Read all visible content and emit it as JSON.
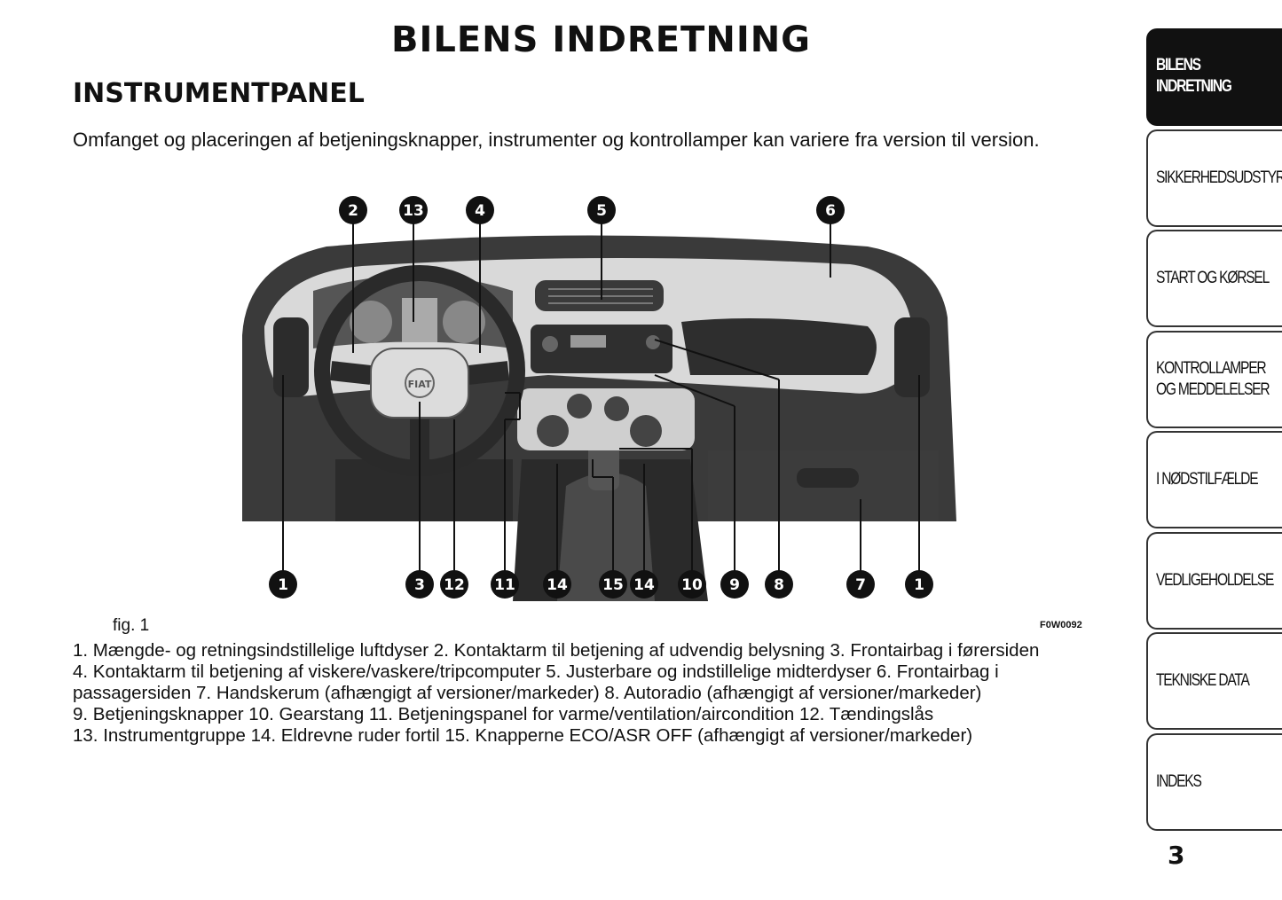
{
  "page_title": "BILENS INDRETNING",
  "section_title": "INSTRUMENTPANEL",
  "intro": "Omfanget og placeringen af betjeningsknapper, instrumenter og kontrollamper kan variere fra version til version.",
  "figure": {
    "label": "fig. 1",
    "code": "F0W0092",
    "brand": "FIAT",
    "callouts_top": [
      "2",
      "13",
      "4",
      "5",
      "6"
    ],
    "callouts_bottom": [
      "1",
      "3",
      "12",
      "11",
      "14",
      "15",
      "14",
      "10",
      "9",
      "8",
      "7",
      "1"
    ]
  },
  "caption_lines": [
    "1. Mængde- og retningsindstillelige luftdyser 2. Kontaktarm til betjening af udvendig belysning 3. Frontairbag i førersiden",
    "4. Kontaktarm til betjening af viskere/vaskere/tripcomputer 5. Justerbare og indstillelige midterdyser 6. Frontairbag i",
    "passagersiden 7. Handskerum (afhængigt af versioner/markeder) 8. Autoradio (afhængigt af versioner/markeder)",
    "9. Betjeningsknapper 10. Gearstang 11. Betjeningspanel for varme/ventilation/aircondition 12. Tændingslås",
    "13. Instrumentgruppe 14. Eldrevne ruder fortil 15. Knapperne ECO/ASR OFF (afhængigt af versioner/markeder)"
  ],
  "tabs": [
    {
      "label": "BILENS\nINDRETNING",
      "active": true
    },
    {
      "label": "SIKKERHEDSUDSTYR",
      "active": false
    },
    {
      "label": "START OG KØRSEL",
      "active": false
    },
    {
      "label": "KONTROLLAMPER\nOG MEDDELELSER",
      "active": false
    },
    {
      "label": "I NØDSTILFÆLDE",
      "active": false
    },
    {
      "label": "VEDLIGEHOLDELSE",
      "active": false
    },
    {
      "label": "TEKNISKE DATA",
      "active": false
    },
    {
      "label": "INDEKS",
      "active": false
    }
  ],
  "page_number": "3"
}
